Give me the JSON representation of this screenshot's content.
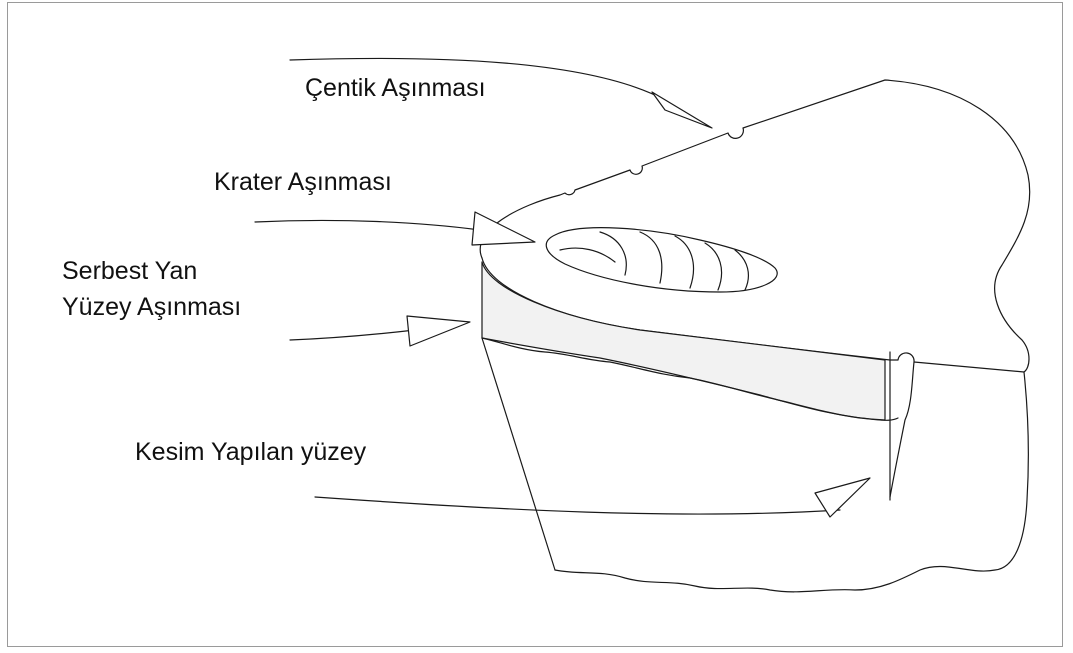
{
  "labels": {
    "notch_wear": "Çentik Aşınması",
    "crater_wear": "Krater Aşınması",
    "flank_wear_line1": "Serbest Yan",
    "flank_wear_line2": "Yüzey Aşınması",
    "cut_surface": "Kesim Yapılan yüzey"
  },
  "colors": {
    "ink": "#1a1a1a",
    "flank_fill": "#f2f2f2",
    "frame": "#9a9a9a"
  }
}
